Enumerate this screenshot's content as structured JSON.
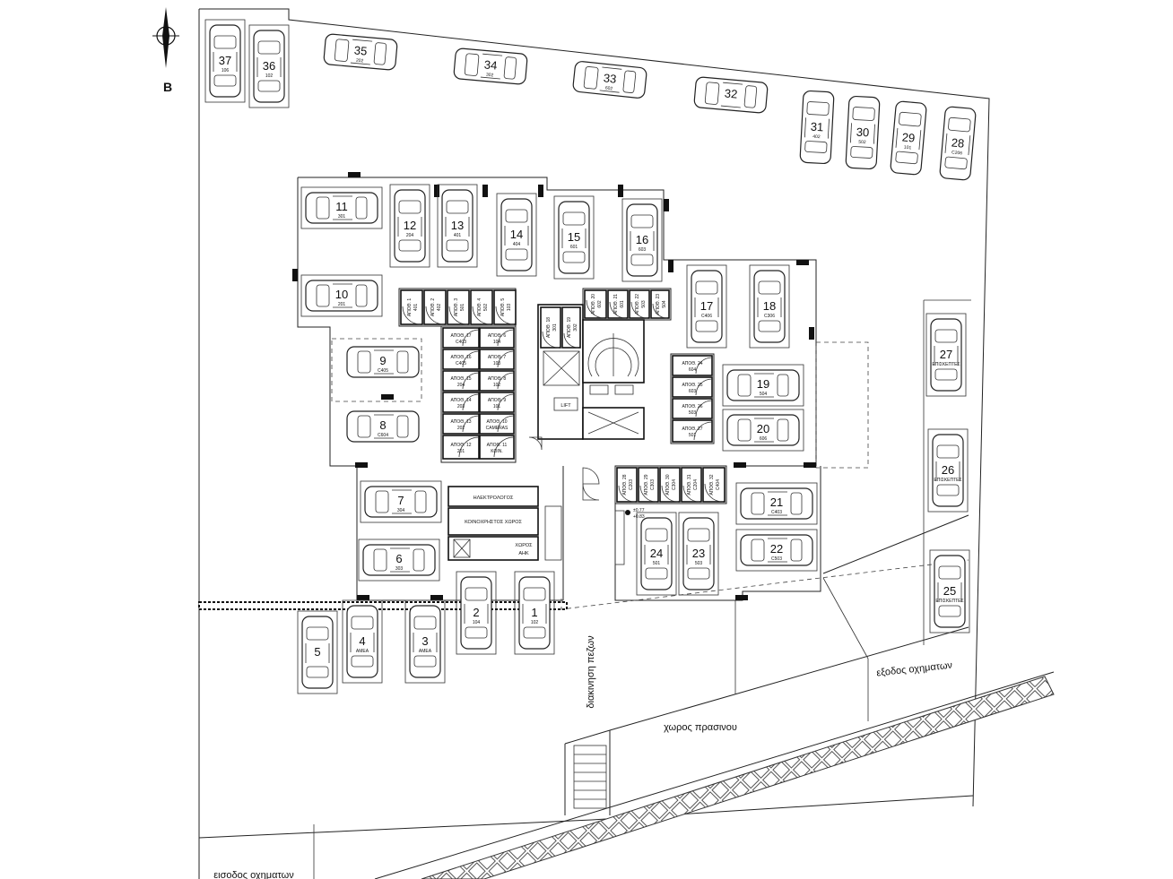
{
  "north_label": "B",
  "labels": {
    "exit": "εξοδος οχηματων",
    "entrance": "εισοδος οχηματων",
    "pedestrian": "διακινηση πεζων",
    "green": "χωρος πρασινου",
    "electrical": "ΗΛΕΚΤΡΟΛΟΓΟΣ",
    "common": "ΚΟΙΝΟΧΡΗΣΤΟΣ ΧΩΡΟΣ",
    "ahk_1": "ΧΩΡΟΣ",
    "ahk_2": "ΑΗΚ",
    "lift": "LIFT",
    "elevation_1": "±0.77",
    "elevation_2": "+0.83"
  },
  "parking": [
    {
      "no": "1",
      "sub": "102"
    },
    {
      "no": "2",
      "sub": "104"
    },
    {
      "no": "3",
      "sub": "ΑΜΕΑ"
    },
    {
      "no": "4",
      "sub": "ΑΜΕΑ"
    },
    {
      "no": "5",
      "sub": ""
    },
    {
      "no": "6",
      "sub": "303"
    },
    {
      "no": "7",
      "sub": "304"
    },
    {
      "no": "8",
      "sub": "C604"
    },
    {
      "no": "9",
      "sub": "C405"
    },
    {
      "no": "10",
      "sub": "201"
    },
    {
      "no": "11",
      "sub": "301"
    },
    {
      "no": "12",
      "sub": "204"
    },
    {
      "no": "13",
      "sub": "401"
    },
    {
      "no": "14",
      "sub": "404"
    },
    {
      "no": "15",
      "sub": "601"
    },
    {
      "no": "16",
      "sub": "603"
    },
    {
      "no": "17",
      "sub": "C406"
    },
    {
      "no": "18",
      "sub": "C306"
    },
    {
      "no": "19",
      "sub": "504"
    },
    {
      "no": "20",
      "sub": "606"
    },
    {
      "no": "21",
      "sub": "C403"
    },
    {
      "no": "22",
      "sub": "C503"
    },
    {
      "no": "23",
      "sub": "503"
    },
    {
      "no": "24",
      "sub": "501"
    },
    {
      "no": "25",
      "sub": "ΕΠΙΣΚΕΠΤΕΣ"
    },
    {
      "no": "26",
      "sub": "ΕΠΙΣΚΕΠΤΕΣ"
    },
    {
      "no": "27",
      "sub": "ΕΠΙΣΚΕΠΤΕΣ"
    },
    {
      "no": "28",
      "sub": "C206"
    },
    {
      "no": "29",
      "sub": "101"
    },
    {
      "no": "30",
      "sub": "502"
    },
    {
      "no": "31",
      "sub": "402"
    },
    {
      "no": "32",
      "sub": ""
    },
    {
      "no": "33",
      "sub": "602"
    },
    {
      "no": "34",
      "sub": "302"
    },
    {
      "no": "35",
      "sub": "202"
    },
    {
      "no": "36",
      "sub": "102"
    },
    {
      "no": "37",
      "sub": "106"
    }
  ],
  "storage": [
    {
      "t": "ΑΠΟΘ. 1",
      "s": "401"
    },
    {
      "t": "ΑΠΟΘ. 2",
      "s": "402"
    },
    {
      "t": "ΑΠΟΘ. 3",
      "s": "501"
    },
    {
      "t": "ΑΠΟΘ. 4",
      "s": "502"
    },
    {
      "t": "ΑΠΟΘ. 5",
      "s": "103"
    },
    {
      "t": "ΑΠΟΘ. 6",
      "s": "104"
    },
    {
      "t": "ΑΠΟΘ. 7",
      "s": "103"
    },
    {
      "t": "ΑΠΟΘ. 8",
      "s": "102"
    },
    {
      "t": "ΑΠΟΘ. 9",
      "s": "101"
    },
    {
      "t": "ΑΠΟΘ. 10",
      "s": "CAMERAS"
    },
    {
      "t": "ΑΠΟΘ. 11",
      "s": "ΚΟΙΝ."
    },
    {
      "t": "ΑΠΟΘ. 12",
      "s": "201"
    },
    {
      "t": "ΑΠΟΘ. 13",
      "s": "202"
    },
    {
      "t": "ΑΠΟΘ. 14",
      "s": "203"
    },
    {
      "t": "ΑΠΟΘ. 15",
      "s": "204"
    },
    {
      "t": "ΑΠΟΘ. 16",
      "s": "C405"
    },
    {
      "t": "ΑΠΟΘ. 17",
      "s": "C403"
    },
    {
      "t": "ΑΠΟΘ. 18",
      "s": "301"
    },
    {
      "t": "ΑΠΟΘ. 19",
      "s": "302"
    },
    {
      "t": "ΑΠΟΘ. 20",
      "s": "602"
    },
    {
      "t": "ΑΠΟΘ. 21",
      "s": "601"
    },
    {
      "t": "ΑΠΟΘ. 22",
      "s": "503"
    },
    {
      "t": "ΑΠΟΘ. 23",
      "s": "504"
    },
    {
      "t": "ΑΠΟΘ. 24",
      "s": "604"
    },
    {
      "t": "ΑΠΟΘ. 25",
      "s": "603"
    },
    {
      "t": "ΑΠΟΘ. 26",
      "s": "503"
    },
    {
      "t": "ΑΠΟΘ. 27",
      "s": "501"
    },
    {
      "t": "ΑΠΟΘ. 28",
      "s": "C203"
    },
    {
      "t": "ΑΠΟΘ. 29",
      "s": "C303"
    },
    {
      "t": "ΑΠΟΘ. 30",
      "s": "C304"
    },
    {
      "t": "ΑΠΟΘ. 31",
      "s": "C204"
    },
    {
      "t": "ΑΠΟΘ. 32",
      "s": "C404"
    }
  ]
}
